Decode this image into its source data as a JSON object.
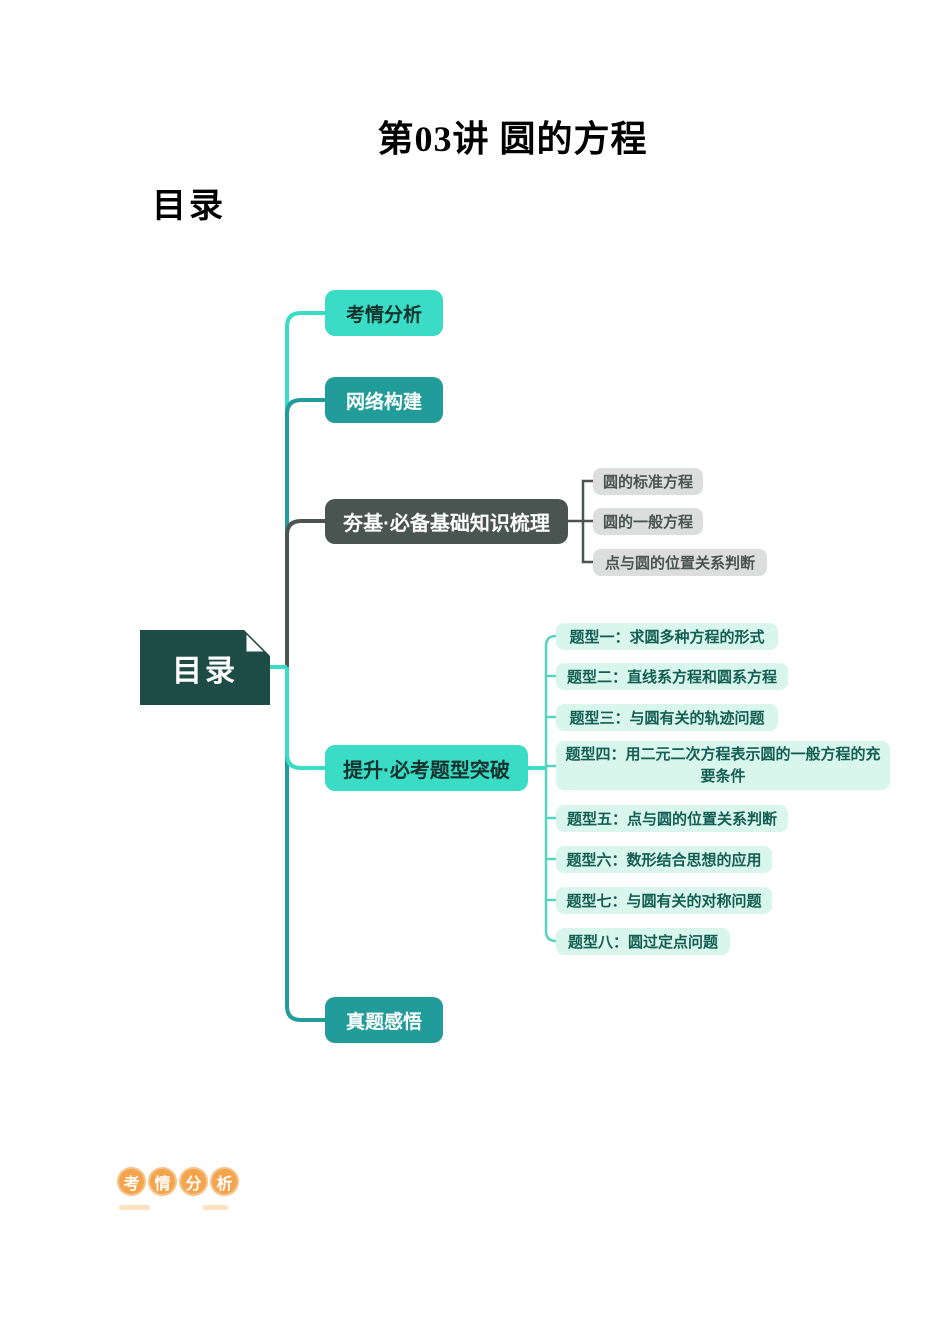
{
  "page": {
    "title": "第03讲 圆的方程",
    "toc_heading": "目录"
  },
  "mindmap": {
    "root": {
      "label": "目录"
    },
    "branches": [
      {
        "label": "考情分析"
      },
      {
        "label": "网络构建"
      },
      {
        "label": "夯基·必备基础知识梳理",
        "children": [
          "圆的标准方程",
          "圆的一般方程",
          "点与圆的位置关系判断"
        ]
      },
      {
        "label": "提升·必考题型突破",
        "children": [
          "题型一：求圆多种方程的形式",
          "题型二：直线系方程和圆系方程",
          "题型三：与圆有关的轨迹问题",
          "题型四：用二元二次方程表示圆的一般方程的充要条件",
          "题型五：点与圆的位置关系判断",
          "题型六：数形结合思想的应用",
          "题型七：与圆有关的对称问题",
          "题型八：圆过定点问题"
        ]
      },
      {
        "label": "真题感悟"
      }
    ]
  },
  "section_badge": {
    "chars": [
      "考",
      "情",
      "分",
      "析"
    ]
  },
  "colors": {
    "turquoise": "#3bdcc6",
    "teal": "#229c9a",
    "dark_slate": "#4a5450",
    "root_dark_teal": "#1d4b46",
    "mint_bg": "#d9f6ec",
    "mint_text": "#135e52",
    "gray_bg": "#dcdedd",
    "orange": "#f4a44d",
    "orange_light": "#fbe3c2"
  }
}
